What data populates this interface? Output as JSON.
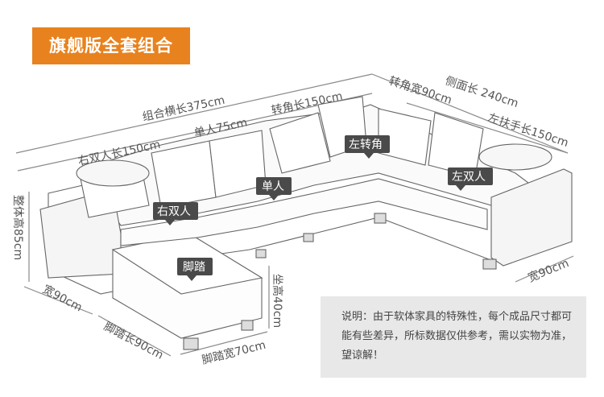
{
  "banner": {
    "title": "旗舰版全套组合"
  },
  "dims": {
    "combo_length": "组合横长375cm",
    "right_double": "右双人长150cm",
    "single": "单人75cm",
    "corner_length": "转角长150cm",
    "corner_width": "转角宽90cm",
    "side_length": "侧面长 240cm",
    "left_arm": "左扶手长150cm",
    "depth_left": "宽90cm",
    "depth_right": "宽90cm",
    "total_height": "整体高85cm",
    "seat_height": "坐高40cm",
    "footrest_length": "脚踏长90cm",
    "footrest_width": "脚踏宽70cm"
  },
  "tags": {
    "left_corner": "左转角",
    "single": "单人",
    "right_double": "右双人",
    "left_double": "左双人",
    "footrest": "脚踏"
  },
  "note": {
    "text": "说明：由于软体家具的特殊性，每个成品尺寸都可能有些差异，所标数据仅供参考，需以实物为准，望谅解！"
  }
}
